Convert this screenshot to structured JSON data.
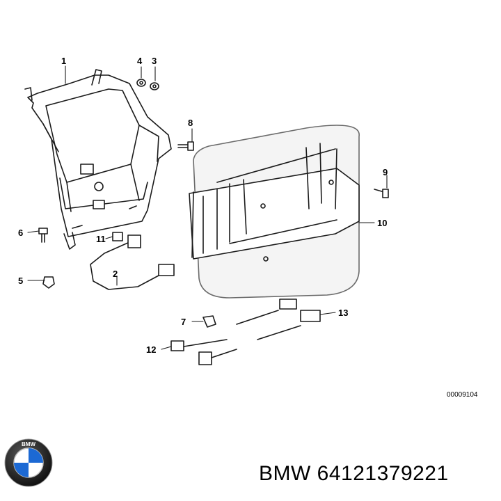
{
  "diagram": {
    "callouts": [
      {
        "id": "c1",
        "label": "1"
      },
      {
        "id": "c2",
        "label": "2"
      },
      {
        "id": "c3",
        "label": "3"
      },
      {
        "id": "c4",
        "label": "4"
      },
      {
        "id": "c5",
        "label": "5"
      },
      {
        "id": "c6",
        "label": "6"
      },
      {
        "id": "c7",
        "label": "7"
      },
      {
        "id": "c8",
        "label": "8"
      },
      {
        "id": "c9",
        "label": "9"
      },
      {
        "id": "c10",
        "label": "10"
      },
      {
        "id": "c11",
        "label": "11"
      },
      {
        "id": "c12",
        "label": "12"
      },
      {
        "id": "c13",
        "label": "13"
      }
    ],
    "drawing_code": "00009104"
  },
  "footer": {
    "part_number": "BMW 64121379221",
    "logo_text": "BMW"
  },
  "colors": {
    "line": "#1a1a1a",
    "housing_fill": "#f4f4f4",
    "logo_blue": "#1c69d4"
  },
  "icons": {
    "logo": "bmw-roundel-icon"
  }
}
